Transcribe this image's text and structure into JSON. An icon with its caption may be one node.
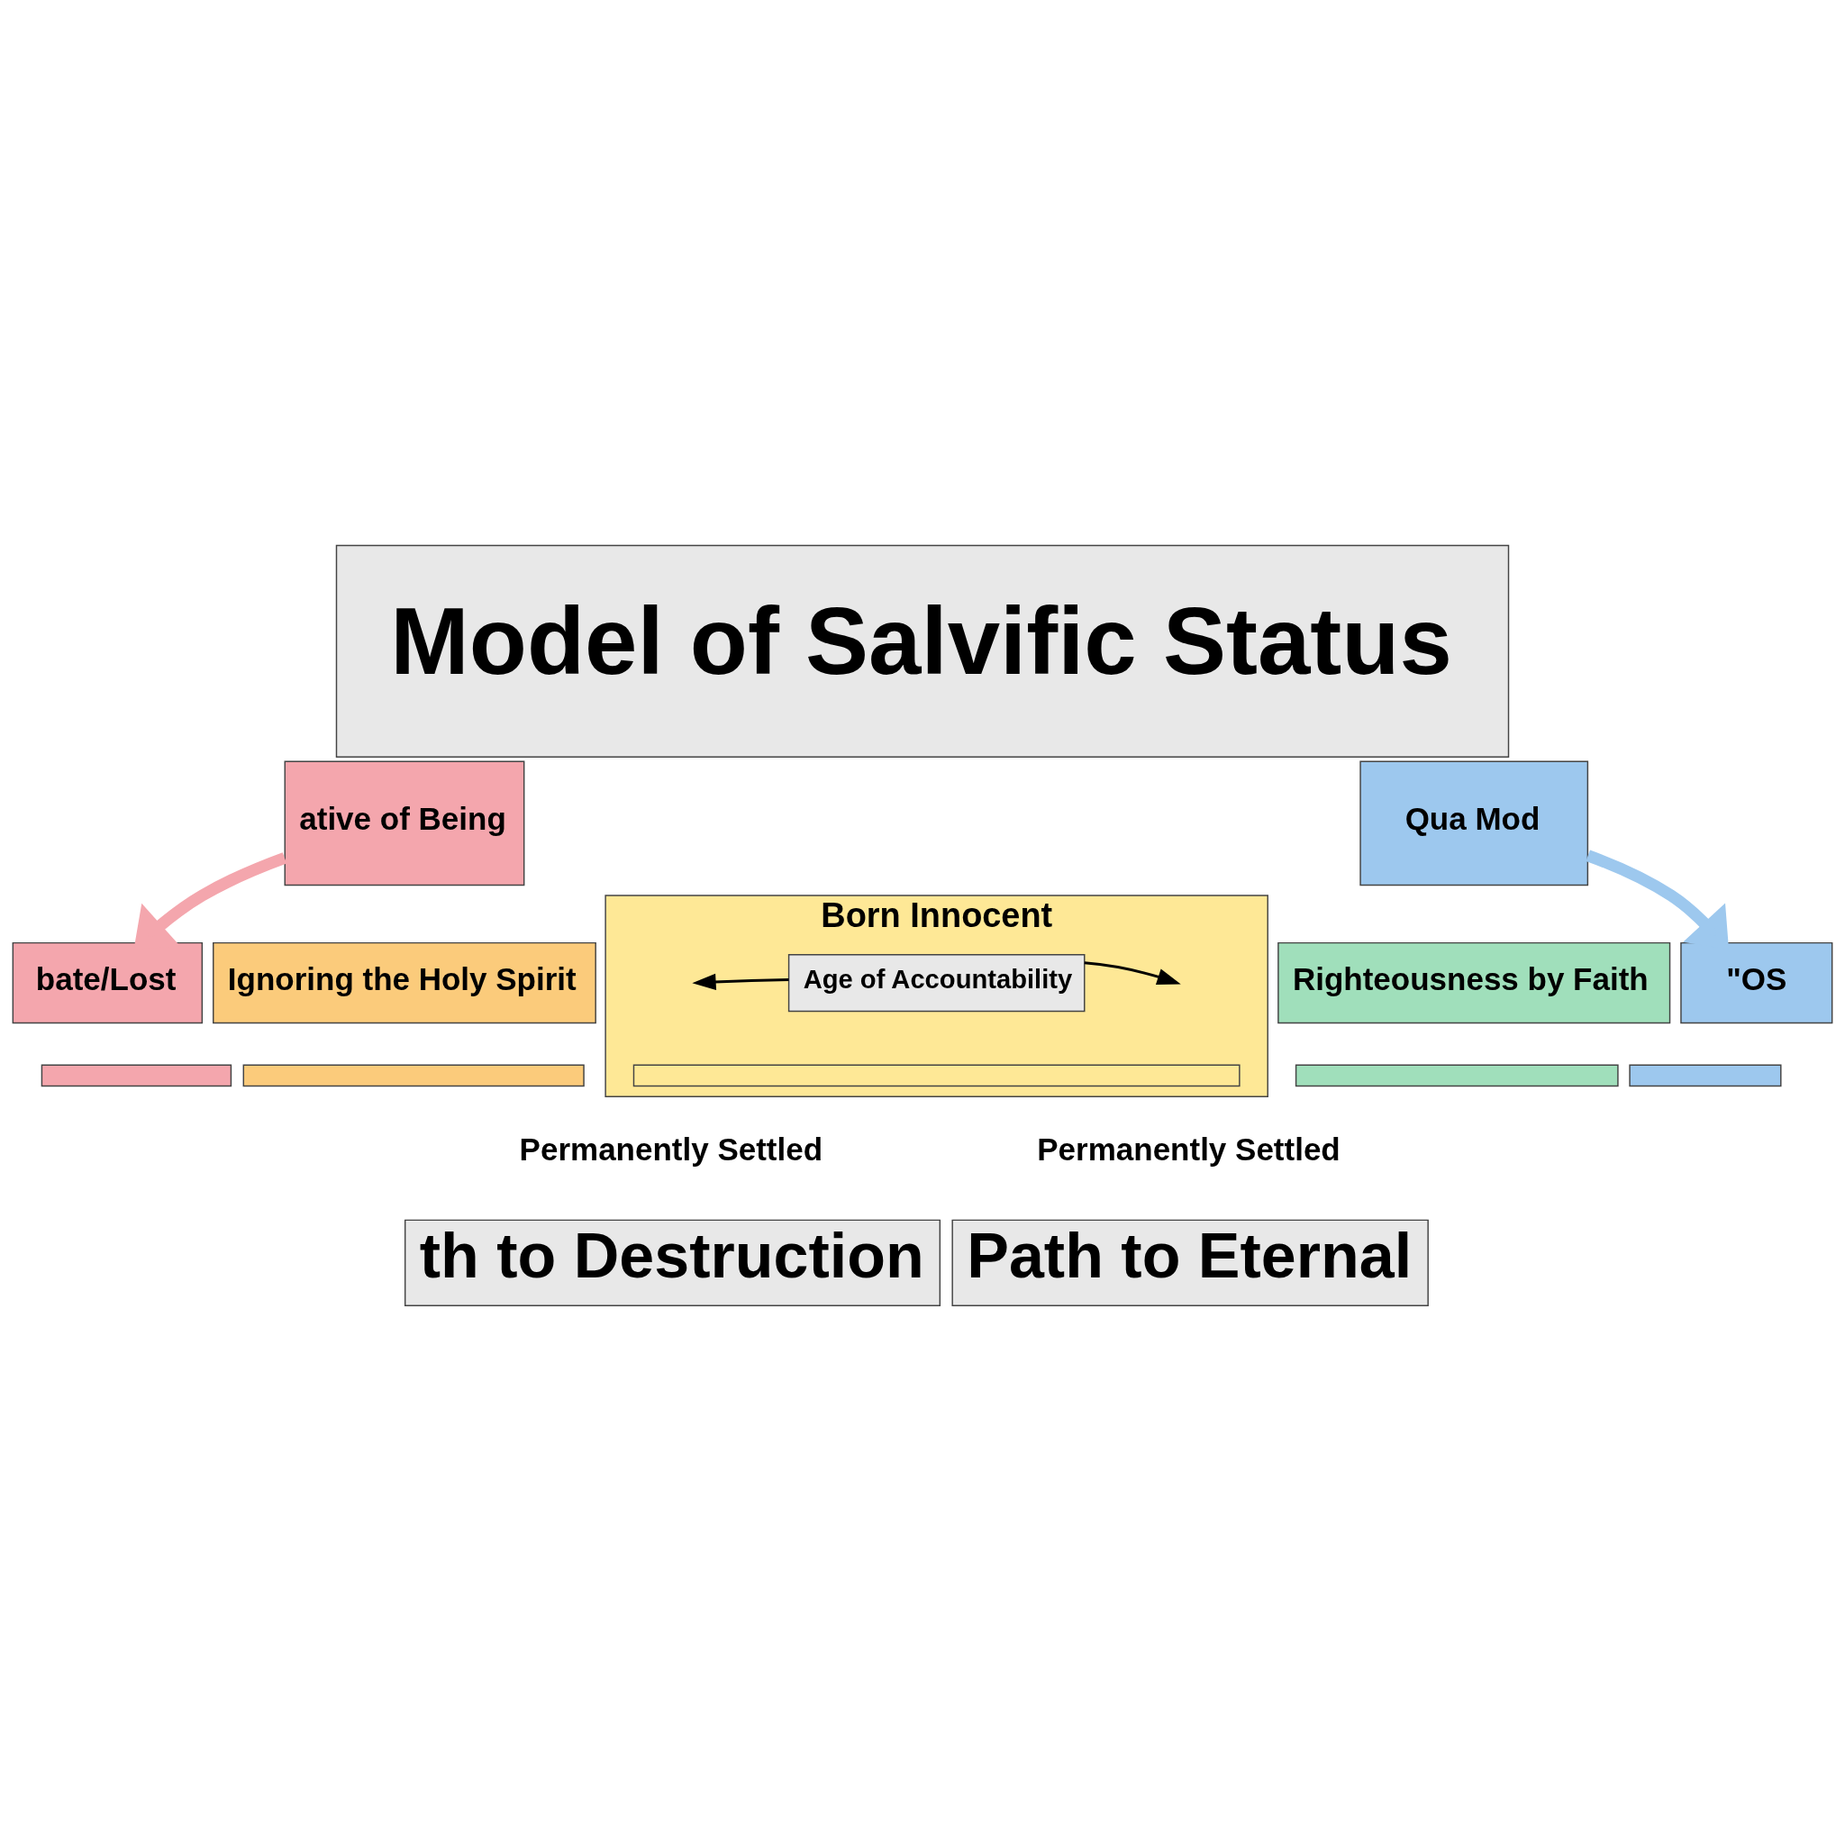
{
  "diagram": {
    "title": "Model of Salvific Status",
    "nodes": [
      {
        "text": [
          "ative of Being"
        ]
      },
      {
        "text": [
          "Qua Mod"
        ]
      },
      {
        "text": [
          "bate/Lost"
        ]
      },
      {
        "text": [
          "Ignoring the Holy Spirit"
        ]
      },
      {
        "text": [
          "Born Innocent"
        ]
      },
      {
        "text": [
          "Age of Accountability"
        ],
        "in": 4
      },
      {
        "text": [
          "Righteousness by Faith"
        ]
      },
      {
        "text": [
          "\"OS"
        ]
      },
      {
        "text": [],
        "shape": "bar"
      },
      {
        "text": [],
        "shape": "bar"
      },
      {
        "text": [],
        "shape": "bar",
        "in": 4
      },
      {
        "text": [],
        "shape": "bar"
      },
      {
        "text": [],
        "shape": "bar"
      },
      {
        "text": [
          "th to Destruction"
        ]
      },
      {
        "text": [
          "Path to Eternal"
        ]
      }
    ],
    "edges": [
      {
        "from": 0,
        "to": 2,
        "arrow": "to",
        "style": "thick",
        "color": "#f4a6ad"
      },
      {
        "from": 1,
        "to": 7,
        "arrow": "to",
        "style": "thick",
        "color": "#9dc8ee"
      },
      {
        "from": 5,
        "to": null,
        "arrow": "to"
      },
      {
        "from": 5,
        "to": null,
        "arrow": "to"
      }
    ],
    "labels": [
      "Permanently Settled",
      "Permanently Settled"
    ]
  }
}
